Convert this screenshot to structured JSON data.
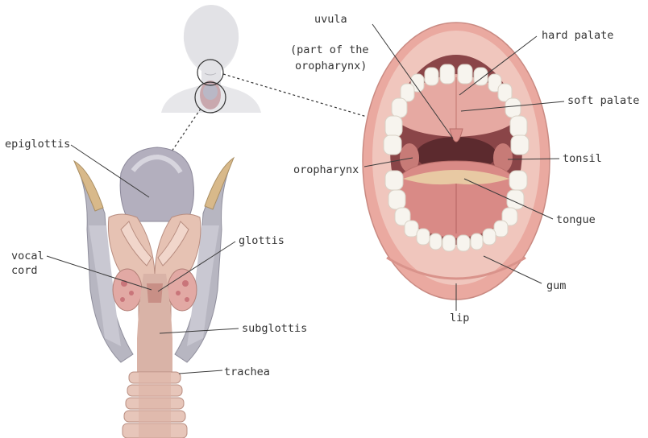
{
  "labels": {
    "epiglottis": "epiglottis",
    "vocal_cord_1": "vocal",
    "vocal_cord_2": "cord",
    "glottis": "glottis",
    "subglottis": "subglottis",
    "trachea": "trachea",
    "uvula_1": "uvula",
    "uvula_2": "(part of the",
    "uvula_3": "oropharynx)",
    "hard_palate": "hard palate",
    "soft_palate": "soft palate",
    "tonsil": "tonsil",
    "oropharynx": "oropharynx",
    "tongue": "tongue",
    "gum": "gum",
    "lip": "lip"
  },
  "colors": {
    "cartilage_gray": "#b9b6c2",
    "tissue_pink": "#e8c2b4",
    "lip_pink": "#e9a9a0",
    "throat_dark": "#7a3a3a",
    "tongue_pink": "#d98a86",
    "tooth_white": "#f7f4ee",
    "leader_line": "#3a3a3a"
  }
}
